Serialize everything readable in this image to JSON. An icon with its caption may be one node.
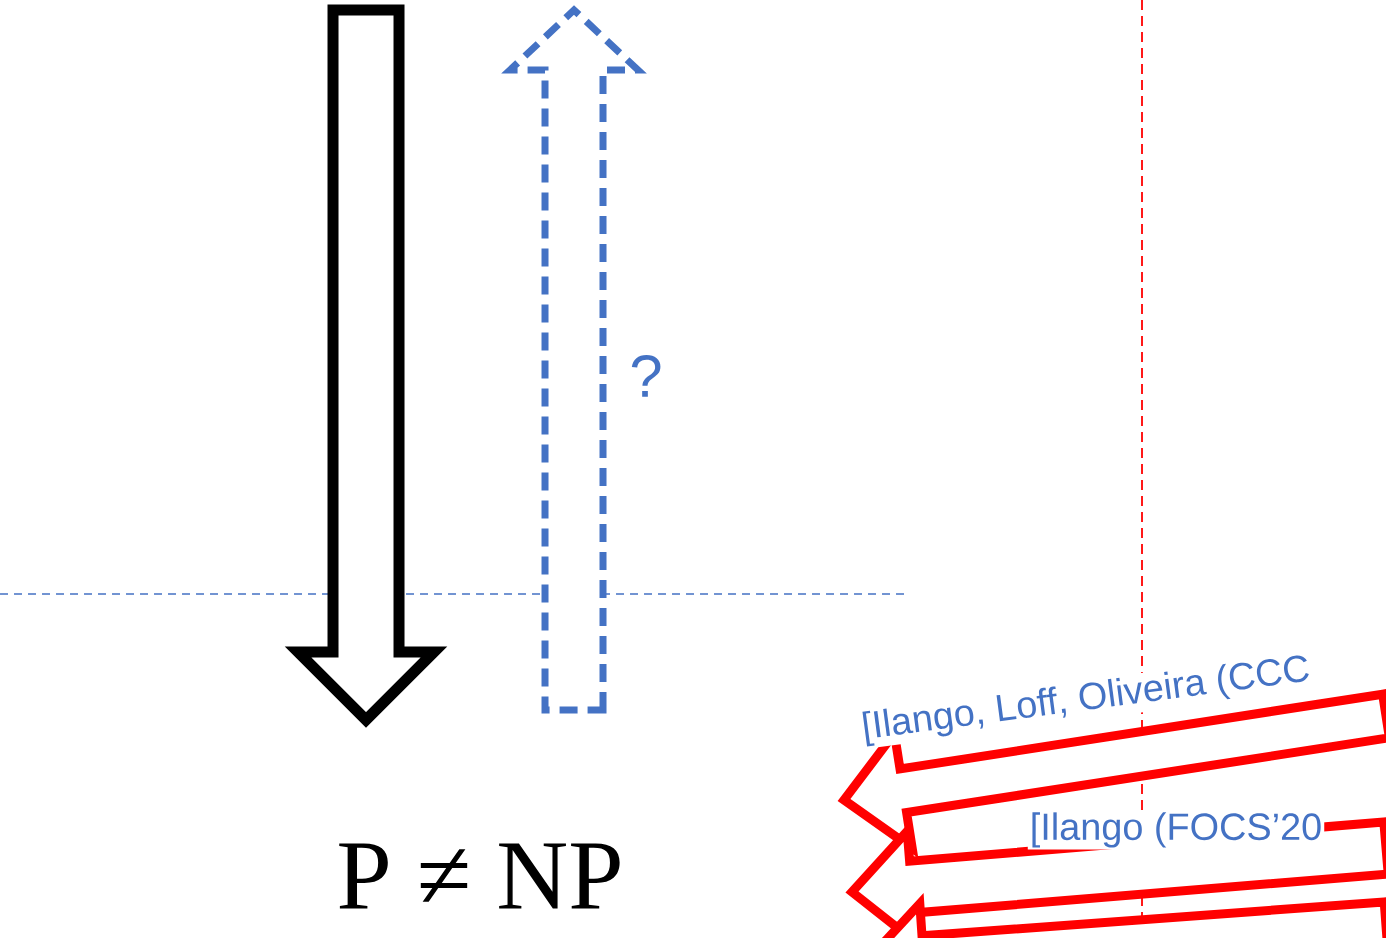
{
  "diagram": {
    "nodes": [
      {
        "text": [
          "P ≠ NP"
        ]
      }
    ],
    "labels": [
      "?",
      "[Ilango, Loff, Oliveira (CCC",
      "[Ilango (FOCS’20"
    ]
  }
}
